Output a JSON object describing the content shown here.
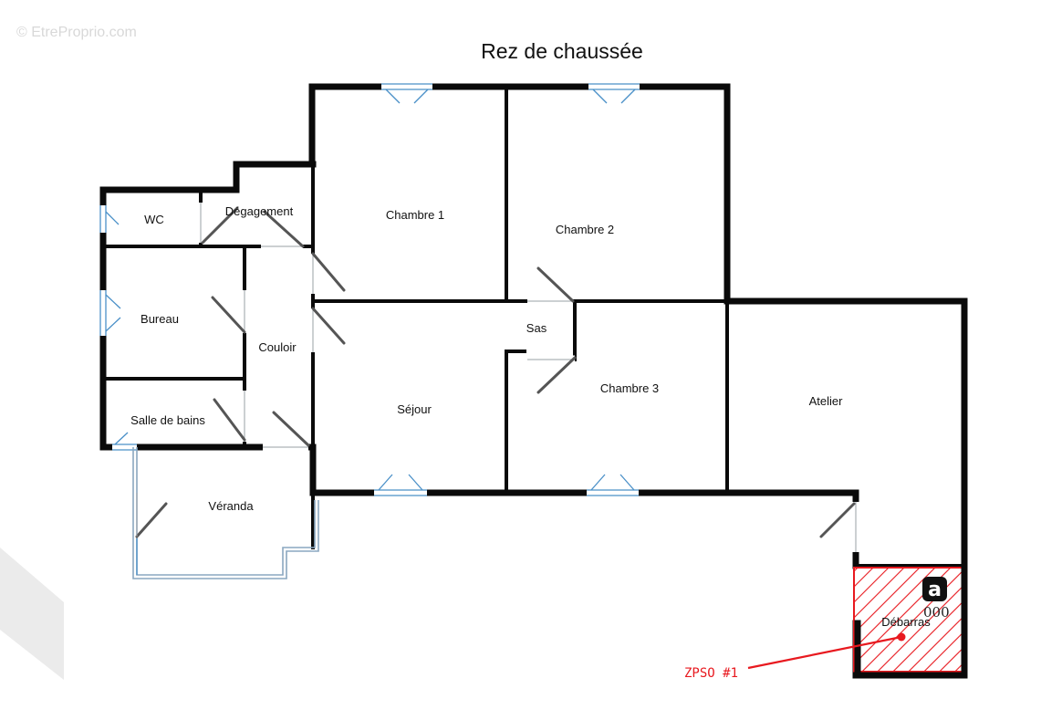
{
  "watermark": "© EtreProprio.com",
  "title": "Rez de chaussée",
  "rooms": {
    "wc": "WC",
    "degagement": "Dégagement",
    "chambre1": "Chambre 1",
    "chambre2": "Chambre 2",
    "bureau": "Bureau",
    "couloir": "Couloir",
    "sas": "Sas",
    "sejour": "Séjour",
    "chambre3": "Chambre 3",
    "atelier": "Atelier",
    "salle_de_bains": "Salle de bains",
    "veranda": "Véranda",
    "debarras": "Débarras"
  },
  "zone": {
    "label": "ZPSO #1",
    "color": "#e8191f",
    "marker_letter": "a",
    "marker_code": "000"
  },
  "colors": {
    "wall": "#0a0a0a",
    "window": "#4a90c8",
    "hatch": "#e8191f"
  }
}
